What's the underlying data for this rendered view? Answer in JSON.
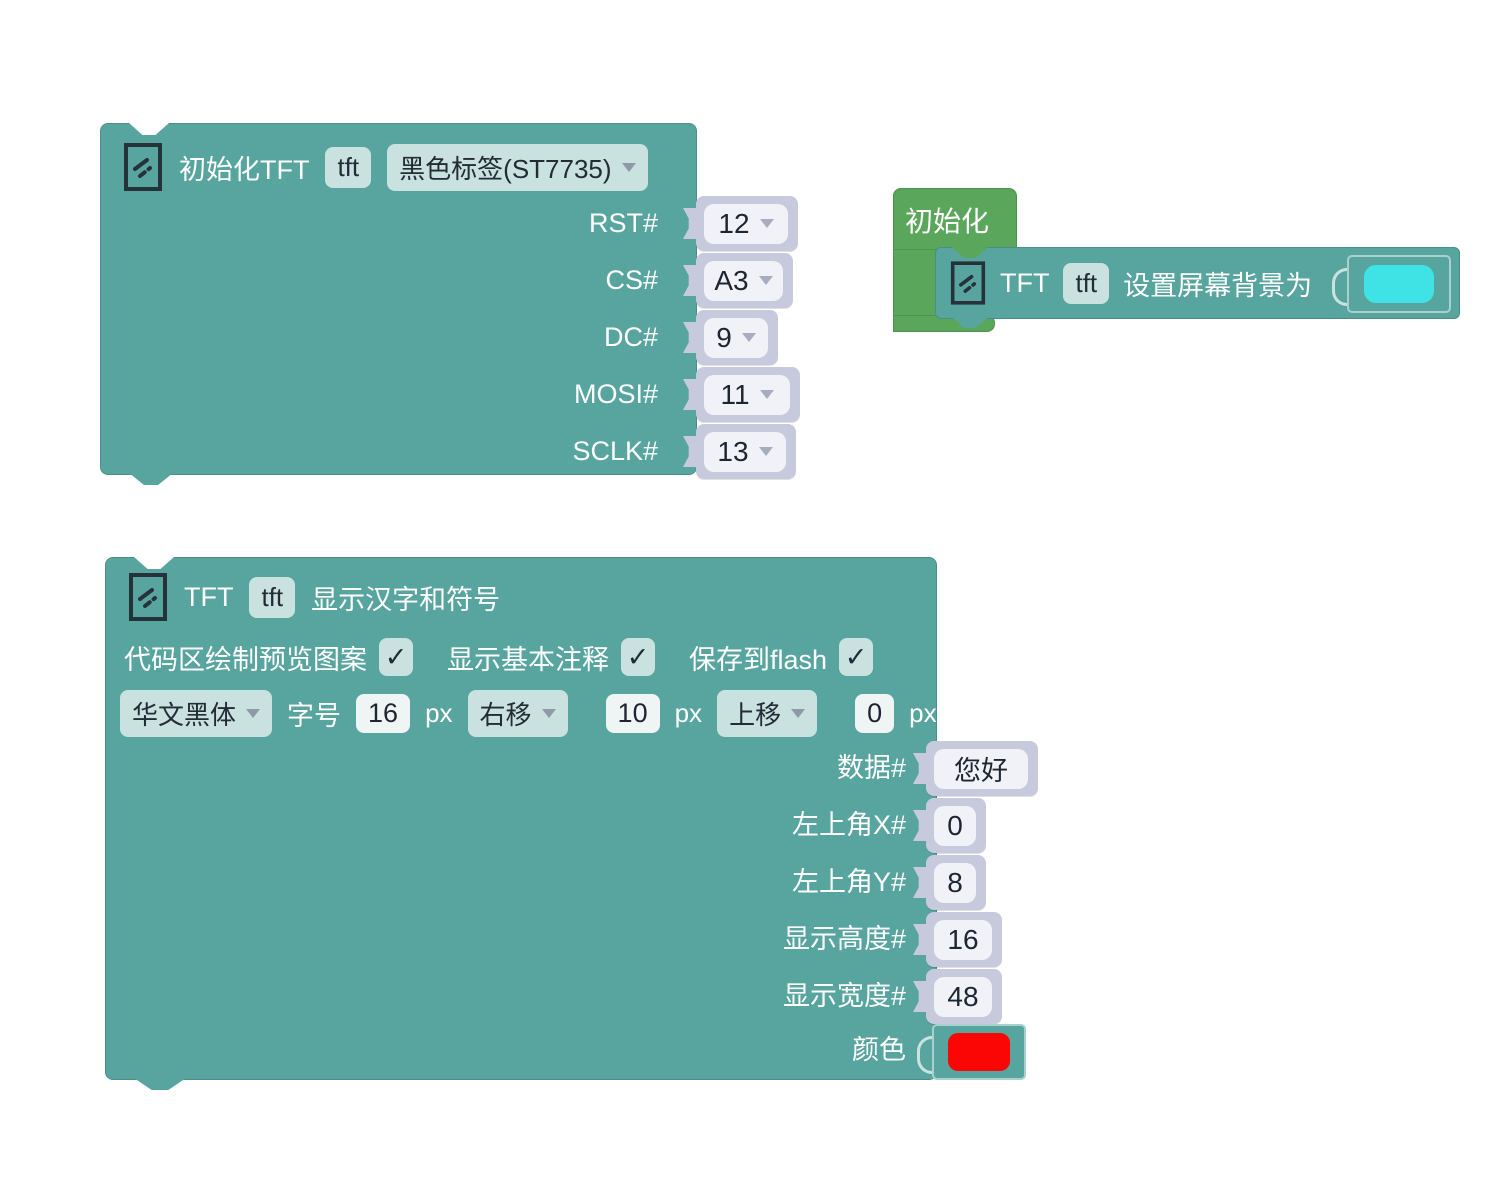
{
  "colors": {
    "block_teal": "#58a5a0",
    "wrapper_green": "#5aa65a",
    "value_block_lavender": "#c7cadd",
    "pill_mint": "#c9e2df",
    "background_cyan_swatch": "#3fe3e6",
    "text_red_swatch": "#fb0505",
    "canvas_background": "#ffffff"
  },
  "init_tft_block": {
    "title": "初始化TFT",
    "instance": "tft",
    "driver_dropdown": "黑色标签(ST7735)",
    "pins": [
      {
        "label": "RST#",
        "value": "12"
      },
      {
        "label": "CS#",
        "value": "A3"
      },
      {
        "label": "DC#",
        "value": "9"
      },
      {
        "label": "MOSI#",
        "value": "11"
      },
      {
        "label": "SCLK#",
        "value": "13"
      }
    ]
  },
  "setup_block": {
    "title": "初始化",
    "statement": {
      "label_tft": "TFT",
      "instance": "tft",
      "action": "设置屏幕背景为",
      "color_value": "#3fe3e6"
    }
  },
  "display_text_block": {
    "label_tft": "TFT",
    "instance": "tft",
    "title": "显示汉字和符号",
    "options": [
      {
        "label": "代码区绘制预览图案",
        "mark": "✓"
      },
      {
        "label": "显示基本注释",
        "mark": "✓"
      },
      {
        "label": "保存到flash",
        "mark": "✓"
      }
    ],
    "font": {
      "family_dropdown": "华文黑体",
      "size_label": "字号",
      "size_value": "16",
      "px_label": "px",
      "h_dir_dropdown": "右移",
      "h_value": "10",
      "v_dir_dropdown": "上移",
      "v_value": "0"
    },
    "params": [
      {
        "label": "数据#",
        "value": "您好"
      },
      {
        "label": "左上角X#",
        "value": "0"
      },
      {
        "label": "左上角Y#",
        "value": "8"
      },
      {
        "label": "显示高度#",
        "value": "16"
      },
      {
        "label": "显示宽度#",
        "value": "48"
      }
    ],
    "color_param": {
      "label": "颜色",
      "value": "#fb0505"
    }
  }
}
